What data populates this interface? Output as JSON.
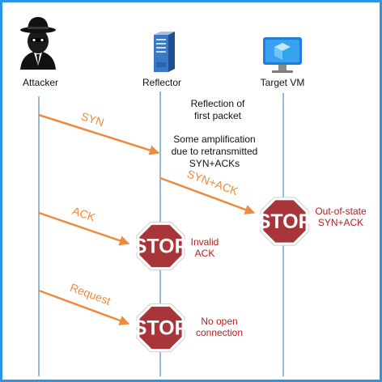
{
  "colors": {
    "frame": "#2e95e6",
    "arrow": "#ee8a3e",
    "lifeline": "#5a95c8",
    "stop_fill": "#a8353a",
    "stop_border": "#ffffff",
    "red_text": "#b41e1e"
  },
  "actors": [
    {
      "name": "Attacker",
      "icon": "spy-icon"
    },
    {
      "name": "Reflector",
      "icon": "server-icon"
    },
    {
      "name": "Target VM",
      "icon": "virtual-machine-icon"
    }
  ],
  "messages": [
    {
      "label": "SYN",
      "from": "Attacker",
      "to": "Reflector"
    },
    {
      "label": "SYN+ACK",
      "from": "Reflector",
      "to": "Target VM"
    },
    {
      "label": "ACK",
      "from": "Attacker",
      "to": "Reflector"
    },
    {
      "label": "Request",
      "from": "Attacker",
      "to": "Reflector"
    }
  ],
  "notes": {
    "reflection": [
      "Reflection of",
      "first packet"
    ],
    "amplification": [
      "Some amplification",
      "due to retransmitted",
      "SYN+ACKs"
    ]
  },
  "stops": [
    {
      "label": "STOP",
      "caption": [
        "Out-of-state",
        "SYN+ACK"
      ]
    },
    {
      "label": "STOP",
      "caption": [
        "Invalid",
        "ACK"
      ]
    },
    {
      "label": "STOP",
      "caption": [
        "No open",
        "connection"
      ]
    }
  ]
}
